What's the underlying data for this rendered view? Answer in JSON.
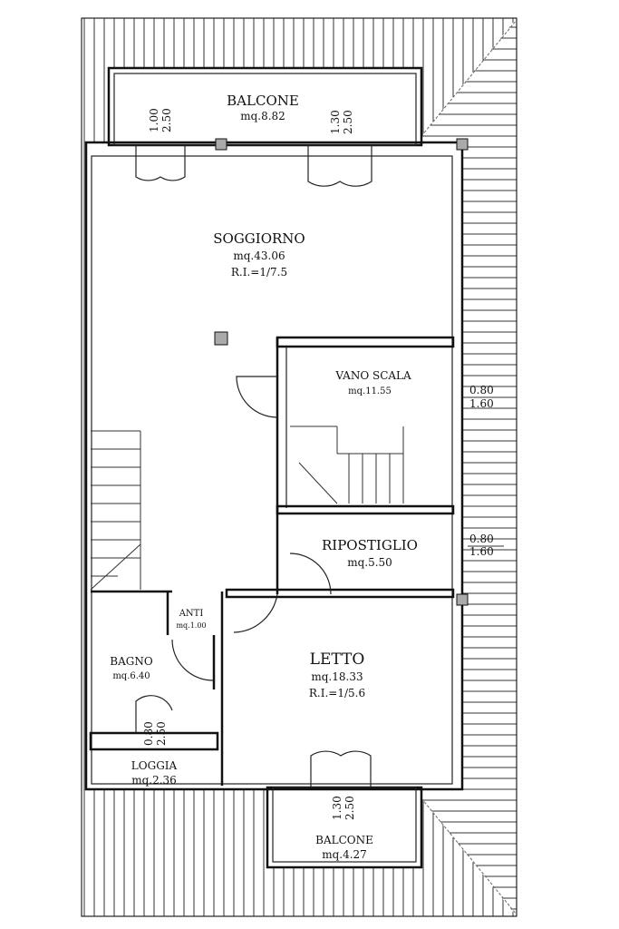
{
  "plan": {
    "rooms": {
      "balcone_top": {
        "name": "BALCONE",
        "area": "mq.8.82"
      },
      "soggiorno": {
        "name": "SOGGIORNO",
        "area": "mq.43.06",
        "ri": "R.I.=1/7.5"
      },
      "vano_scala": {
        "name": "VANO SCALA",
        "area": "mq.11.55"
      },
      "ripostiglio": {
        "name": "RIPOSTIGLIO",
        "area": "mq.5.50"
      },
      "anti": {
        "name": "ANTI",
        "area": "mq.1.00"
      },
      "bagno": {
        "name": "BAGNO",
        "area": "mq.6.40"
      },
      "letto": {
        "name": "LETTO",
        "area": "mq.18.33",
        "ri": "R.I.=1/5.6"
      },
      "loggia": {
        "name": "LOGGIA",
        "area": "mq.2.36"
      },
      "balcone_bottom": {
        "name": "BALCONE",
        "area": "mq.4.27"
      }
    },
    "openings": {
      "top_left": {
        "w": "1.00",
        "h": "2.50"
      },
      "top_right": {
        "w": "1.30",
        "h": "2.50"
      },
      "scala_window": {
        "w": "0.80",
        "h": "1.60"
      },
      "ripostiglio_window": {
        "w": "0.80",
        "h": "1.60"
      },
      "bagno_door": {
        "w": "0.80",
        "h": "2.50"
      },
      "letto_door": {
        "w": "1.30",
        "h": "2.50"
      }
    }
  }
}
